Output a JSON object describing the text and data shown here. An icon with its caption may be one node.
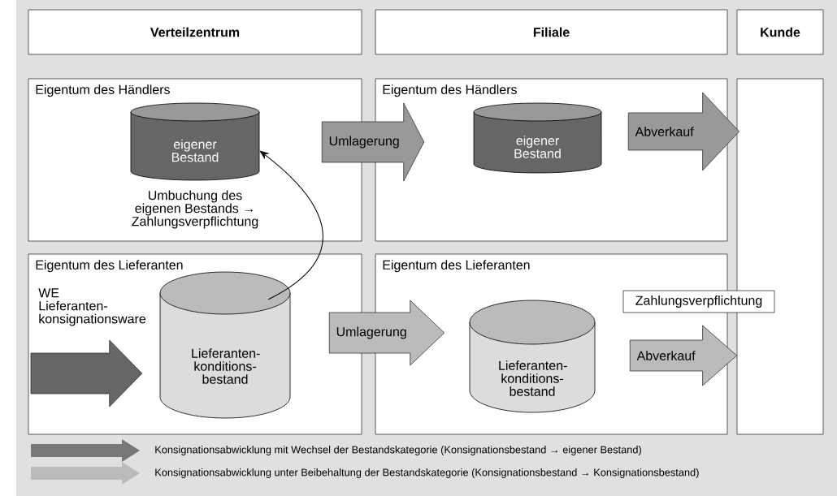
{
  "diagram": {
    "nodes": [
      {
        "text": [
          "Verteilzentrum"
        ]
      },
      {
        "text": [
          "Filiale"
        ]
      },
      {
        "text": [
          "Kunde"
        ]
      },
      {
        "text": [
          "Eigentum des Händlers"
        ]
      },
      {
        "text": [
          "eigener Bestand"
        ],
        "in": 3
      },
      {
        "text": [
          "Eigentum des Händlers"
        ]
      },
      {
        "text": [
          "eigener Bestand"
        ],
        "in": 5
      },
      {
        "text": [
          "Eigentum des Lieferanten"
        ]
      },
      {
        "text": [
          "Lieferanten-konditions-bestand"
        ],
        "in": 7
      },
      {
        "text": [
          "Eigentum des Lieferanten"
        ]
      },
      {
        "text": [
          "Lieferanten-konditions-bestand"
        ],
        "in": 9
      },
      {
        "text": [],
        "shape": "box"
      },
      {
        "text": [
          "Zahlungsverpflichtung"
        ]
      }
    ],
    "edges": [
      {
        "from": null,
        "to": 8,
        "arrow": "to",
        "label": "WE Lieferanten-konsignationsware",
        "style": "thick",
        "color": "#666666"
      },
      {
        "from": 8,
        "to": 4,
        "arrow": "to",
        "label": "Umbuchung des eigenen Bestands → Zahlungsverpflichtung"
      },
      {
        "from": 4,
        "to": 6,
        "arrow": "to",
        "label": "Umlagerung",
        "style": "thick",
        "color": "#999999"
      },
      {
        "from": 6,
        "to": 11,
        "arrow": "to",
        "label": "Abverkauf",
        "style": "thick",
        "color": "#999999"
      },
      {
        "from": 8,
        "to": 10,
        "arrow": "to",
        "label": "Umlagerung",
        "style": "thick",
        "color": "#bbbbbb"
      },
      {
        "from": 10,
        "to": 11,
        "arrow": "to",
        "label": "Abverkauf",
        "style": "thick",
        "color": "#bbbbbb"
      }
    ],
    "legend": [
      {
        "text": "Konsignationsabwicklung mit Wechsel der Bestandskategorie (Konsignationsbestand → eigener Bestand)",
        "color": "#777777"
      },
      {
        "text": "Konsignationsabwicklung unter Beibehaltung der Bestandskategorie (Konsignationsbestand → Konsignationsbestand)",
        "color": "#bbbbbb"
      }
    ]
  }
}
